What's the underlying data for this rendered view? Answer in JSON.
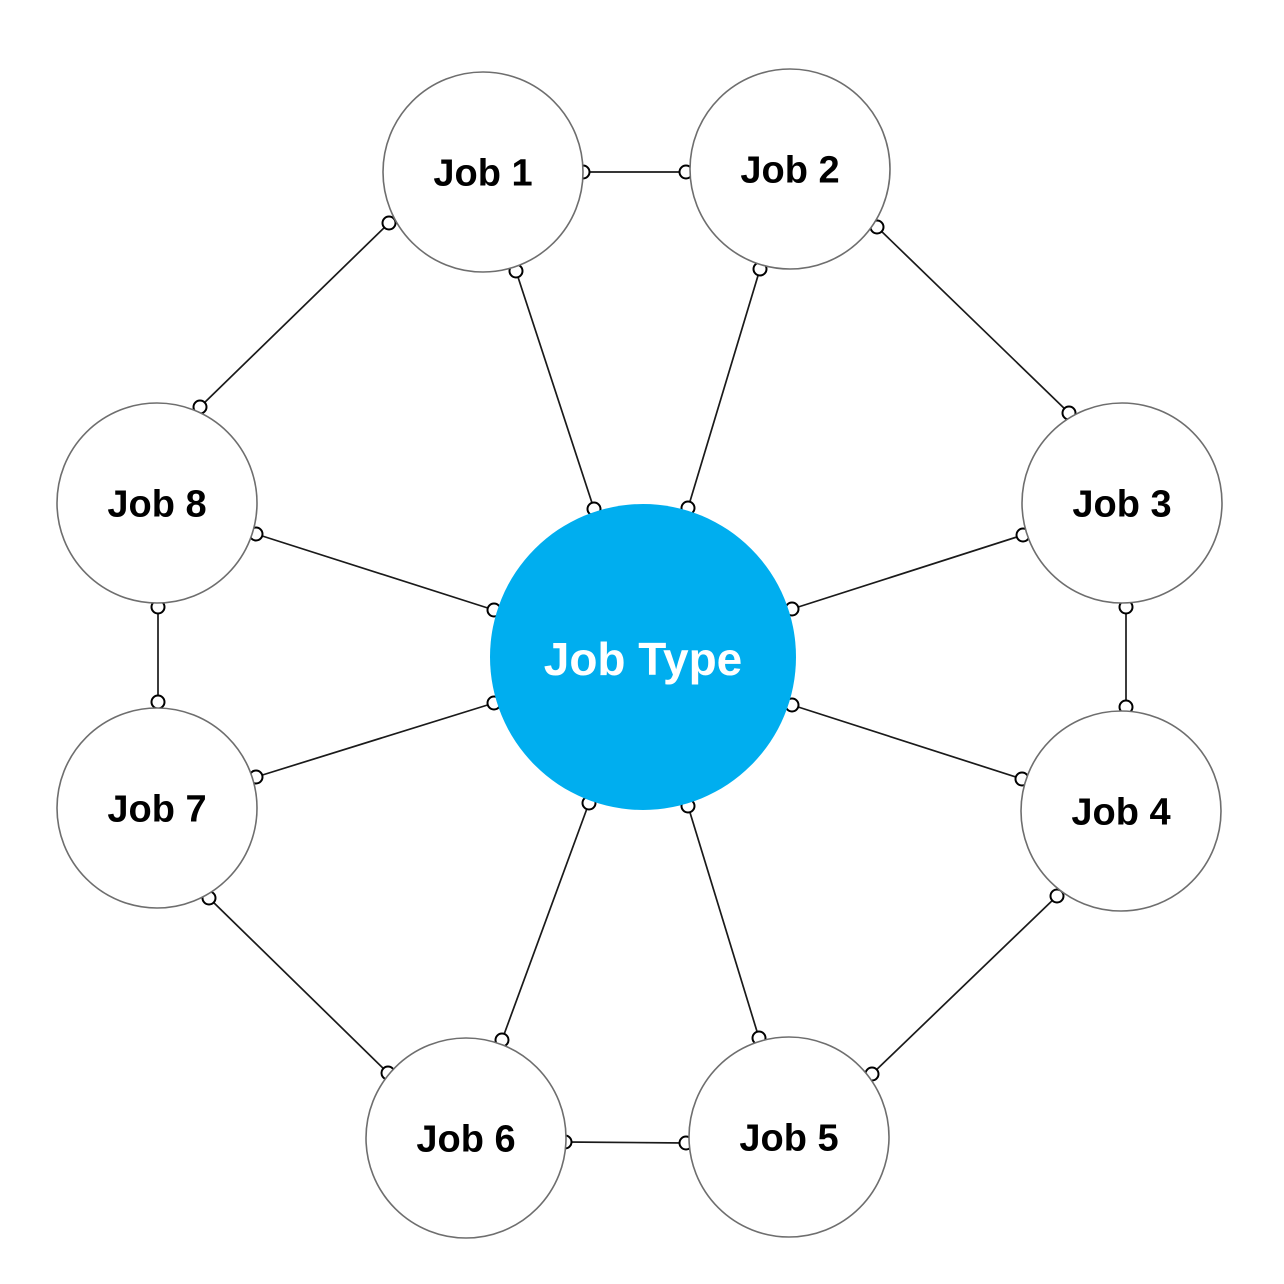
{
  "diagram": {
    "background": "#FFFFFF",
    "center": {
      "id": "job-type",
      "label": "Job Type",
      "fill": "#00AEEF",
      "label_color": "#FFFFFF"
    },
    "nodes": [
      {
        "id": "job-1",
        "label": "Job 1"
      },
      {
        "id": "job-2",
        "label": "Job 2"
      },
      {
        "id": "job-3",
        "label": "Job 3"
      },
      {
        "id": "job-4",
        "label": "Job 4"
      },
      {
        "id": "job-5",
        "label": "Job 5"
      },
      {
        "id": "job-6",
        "label": "Job 6"
      },
      {
        "id": "job-7",
        "label": "Job 7"
      },
      {
        "id": "job-8",
        "label": "Job 8"
      }
    ],
    "edges": [
      {
        "from": "job-type",
        "to": "job-1"
      },
      {
        "from": "job-type",
        "to": "job-2"
      },
      {
        "from": "job-type",
        "to": "job-3"
      },
      {
        "from": "job-type",
        "to": "job-4"
      },
      {
        "from": "job-type",
        "to": "job-5"
      },
      {
        "from": "job-type",
        "to": "job-6"
      },
      {
        "from": "job-type",
        "to": "job-7"
      },
      {
        "from": "job-type",
        "to": "job-8"
      },
      {
        "from": "job-1",
        "to": "job-2"
      },
      {
        "from": "job-2",
        "to": "job-3"
      },
      {
        "from": "job-3",
        "to": "job-4"
      },
      {
        "from": "job-4",
        "to": "job-5"
      },
      {
        "from": "job-5",
        "to": "job-6"
      },
      {
        "from": "job-6",
        "to": "job-7"
      },
      {
        "from": "job-7",
        "to": "job-8"
      },
      {
        "from": "job-8",
        "to": "job-1"
      }
    ],
    "styles": {
      "node_fill": "#FFFFFF",
      "node_stroke": "#6E6E6E",
      "node_label_color": "#000000",
      "edge_color": "#1A1A1A",
      "connector_dot_fill": "#FFFFFF",
      "connector_dot_stroke": "#000000"
    }
  }
}
